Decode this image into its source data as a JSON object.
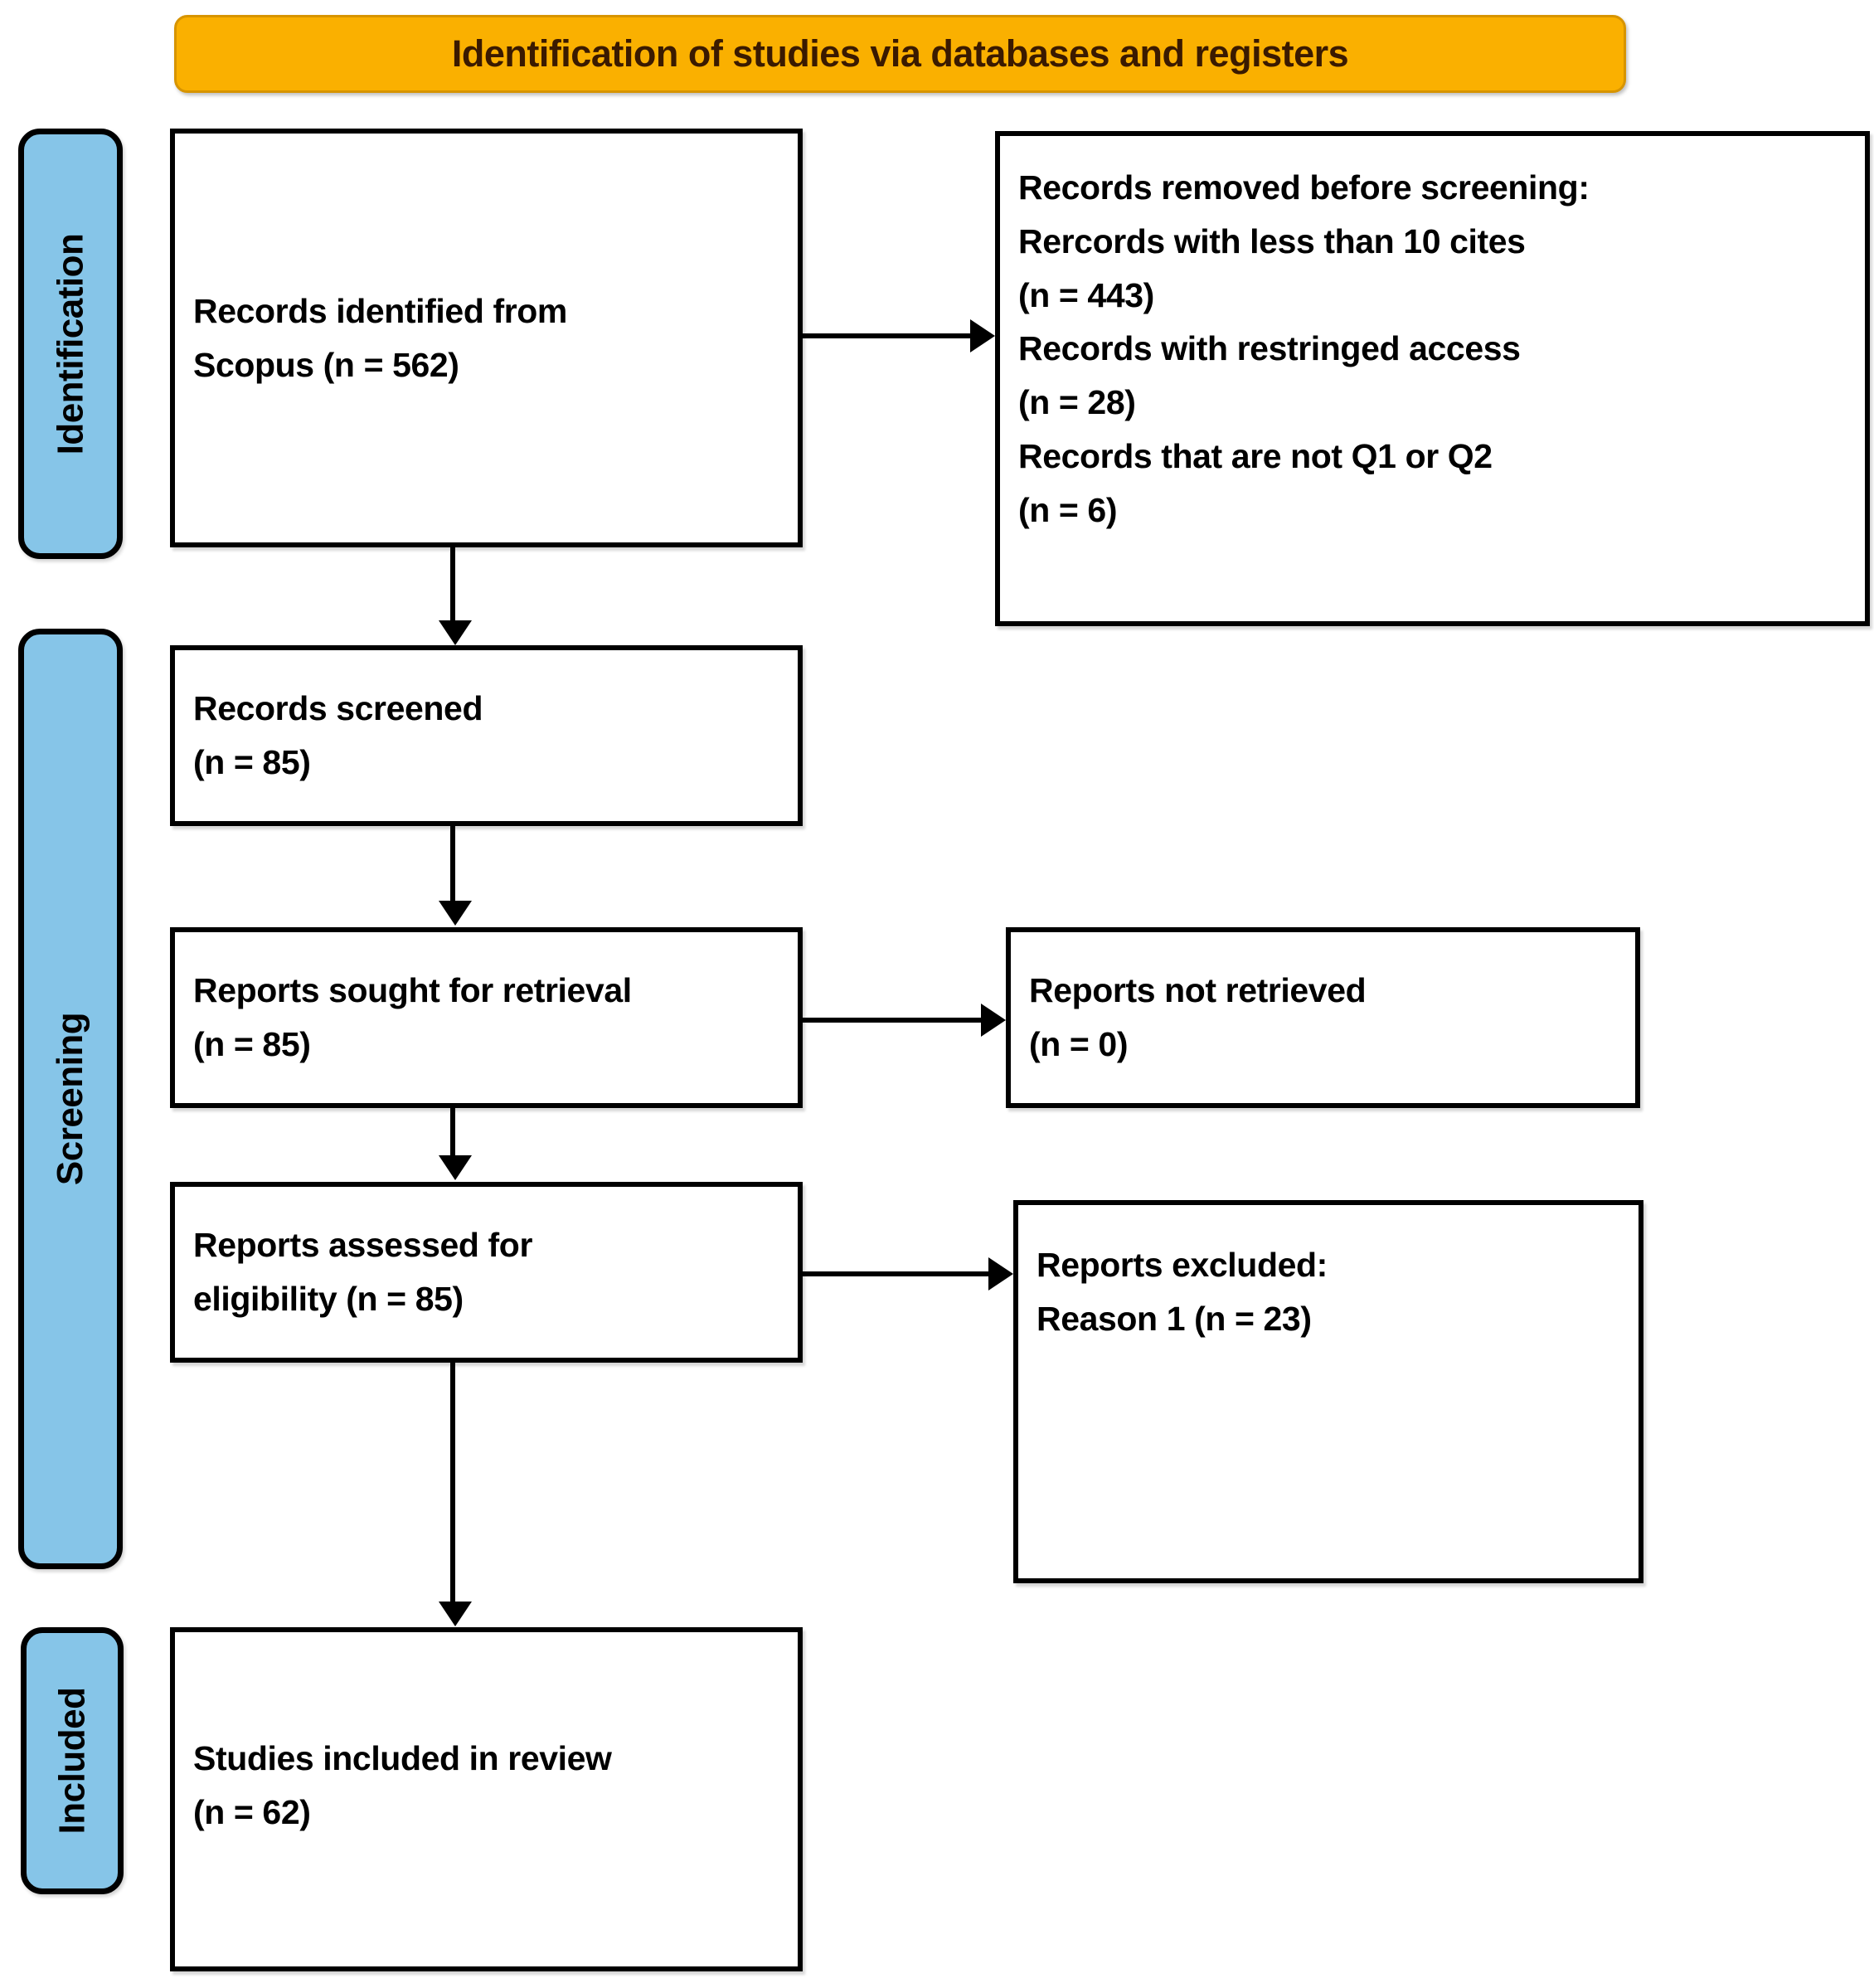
{
  "banner": {
    "title": "Identification of studies via databases and registers",
    "background_color": "#FAB000",
    "text_color": "#3A1A00"
  },
  "stages": {
    "accent_color": "#86C5E8",
    "items": [
      {
        "id": "identification",
        "label": "Identification"
      },
      {
        "id": "screening",
        "label": "Screening"
      },
      {
        "id": "included",
        "label": "Included"
      }
    ]
  },
  "boxes": {
    "identified": {
      "lines": [
        "Records identified from",
        "Scopus (n = 562)"
      ]
    },
    "removed": {
      "lines": [
        "Records removed before screening:",
        "Rercords with less than 10 cites",
        "(n = 443)",
        "Records with restringed access",
        "(n = 28)",
        "Records that are not Q1 or Q2",
        "(n = 6)"
      ]
    },
    "screened": {
      "lines": [
        "Records screened",
        "(n = 85)"
      ]
    },
    "sought": {
      "lines": [
        "Reports sought for retrieval",
        "(n = 85)"
      ]
    },
    "not_retrieved": {
      "lines": [
        "Reports not retrieved",
        "(n = 0)"
      ]
    },
    "assessed": {
      "lines": [
        "Reports assessed for",
        "eligibility  (n = 85)"
      ]
    },
    "excluded": {
      "lines": [
        "Reports excluded:",
        "Reason 1 (n = 23)"
      ]
    },
    "included": {
      "lines": [
        "Studies included in review",
        "(n = 62)"
      ]
    }
  },
  "chart_data": {
    "type": "table",
    "title": "Identification of studies via databases and registers",
    "nodes": [
      {
        "stage": "Identification",
        "label": "Records identified from Scopus",
        "n": 562
      },
      {
        "stage": "Identification",
        "label": "Rercords with less than 10 cites (removed before screening)",
        "n": 443
      },
      {
        "stage": "Identification",
        "label": "Records with restringed access (removed before screening)",
        "n": 28
      },
      {
        "stage": "Identification",
        "label": "Records that are not Q1 or Q2 (removed before screening)",
        "n": 6
      },
      {
        "stage": "Screening",
        "label": "Records screened",
        "n": 85
      },
      {
        "stage": "Screening",
        "label": "Reports sought for retrieval",
        "n": 85
      },
      {
        "stage": "Screening",
        "label": "Reports not retrieved",
        "n": 0
      },
      {
        "stage": "Screening",
        "label": "Reports assessed for eligibility",
        "n": 85
      },
      {
        "stage": "Screening",
        "label": "Reports excluded: Reason 1",
        "n": 23
      },
      {
        "stage": "Included",
        "label": "Studies included in review",
        "n": 62
      }
    ]
  }
}
